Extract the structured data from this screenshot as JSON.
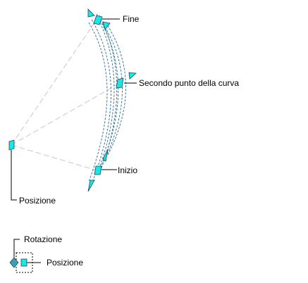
{
  "labels": {
    "end": "Fine",
    "second_point": "Secondo punto della curva",
    "start": "Inizio",
    "position": "Posizione",
    "legend_rotation": "Rotazione",
    "legend_position": "Posizione"
  },
  "colors": {
    "grip_fill": "#19e6e6",
    "grip_stroke": "#1a4a5a",
    "curve": "#3a78a0",
    "construction": "#c8c8c8",
    "leader": "#000000"
  }
}
